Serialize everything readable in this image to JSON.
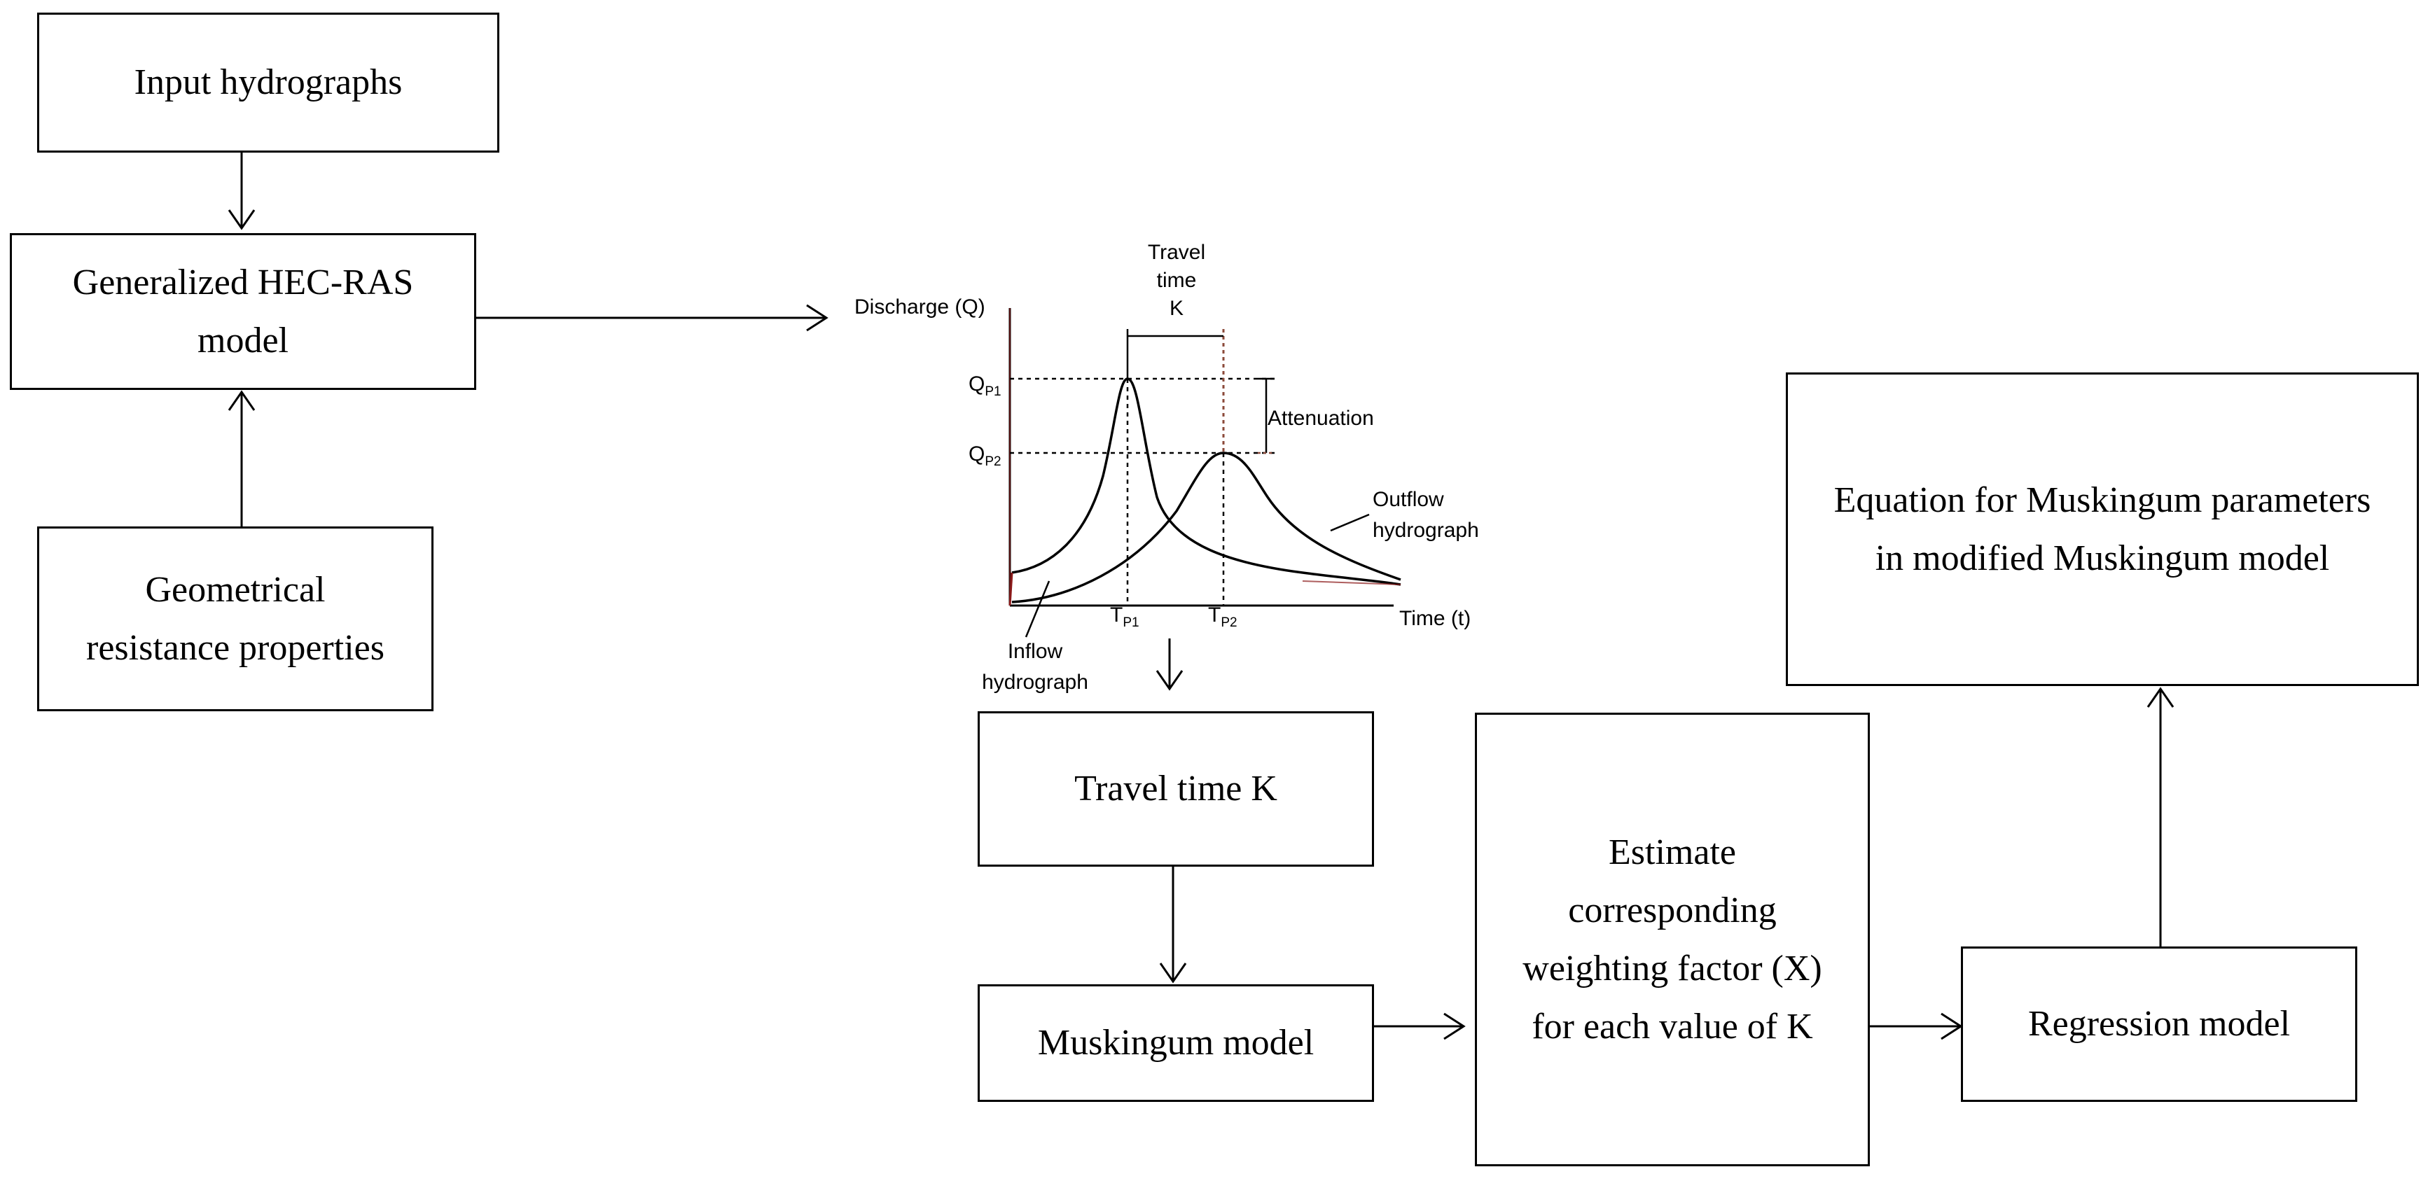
{
  "nodes": {
    "input_hydrographs": "Input hydrographs",
    "hec_ras": "Generalized HEC-RAS\nmodel",
    "geometrical": "Geometrical\nresistance properties",
    "travel_time": "Travel time K",
    "muskingum": "Muskingum model",
    "estimate": "Estimate\ncorresponding\nweighting factor (X)\nfor each value of K",
    "regression": "Regression model",
    "equation": "Equation for Muskingum parameters\nin modified Muskingum model"
  },
  "hydrograph": {
    "y_axis_label": "Discharge (Q)",
    "x_axis_label": "Time (t)",
    "qp1_label": "Q",
    "qp1_sub": "P1",
    "qp2_label": "Q",
    "qp2_sub": "P2",
    "tp1_label": "T",
    "tp1_sub": "P1",
    "tp2_label": "T",
    "tp2_sub": "P2",
    "travel_time_line1": "Travel",
    "travel_time_line2": "time",
    "travel_time_line3": "K",
    "attenuation_label": "Attenuation",
    "outflow_line1": "Outflow",
    "outflow_line2": "hydrograph",
    "inflow_line1": "Inflow",
    "inflow_line2": "hydrograph",
    "colors": {
      "ink": "#000000",
      "dashed": "#8b4a3a",
      "curve_base": "#8b1a1a"
    }
  }
}
